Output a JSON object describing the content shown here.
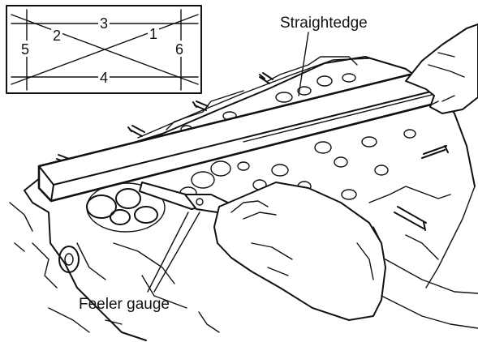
{
  "labels": {
    "straightedge": "Straightedge",
    "feeler_gauge": "Feeler gauge"
  },
  "inset": {
    "numbers": [
      "1",
      "2",
      "3",
      "4",
      "5",
      "6"
    ]
  }
}
